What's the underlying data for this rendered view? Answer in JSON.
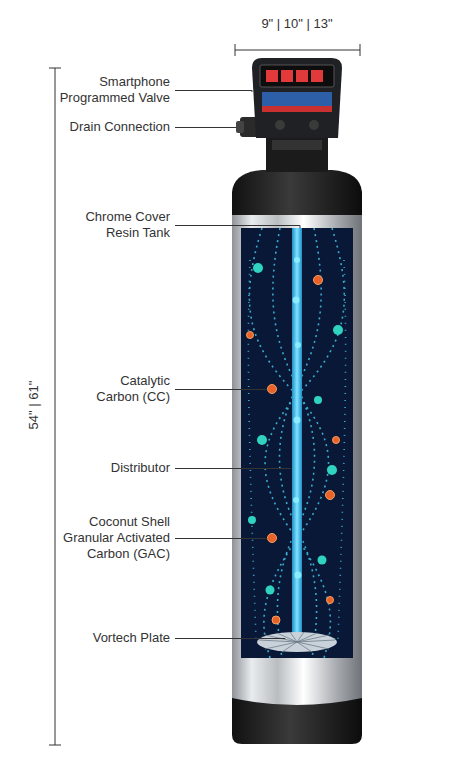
{
  "diagram": {
    "labels": [
      "9\" | 10\" | 13\"",
      "54\" | 61\"",
      "Smartphone Programmed Valve",
      "Drain Connection",
      "Chrome Cover Resin Tank",
      "Catalytic Carbon (CC)",
      "Distributor",
      "Coconut Shell Granular Activated Carbon (GAC)",
      "Vortech Plate"
    ]
  }
}
